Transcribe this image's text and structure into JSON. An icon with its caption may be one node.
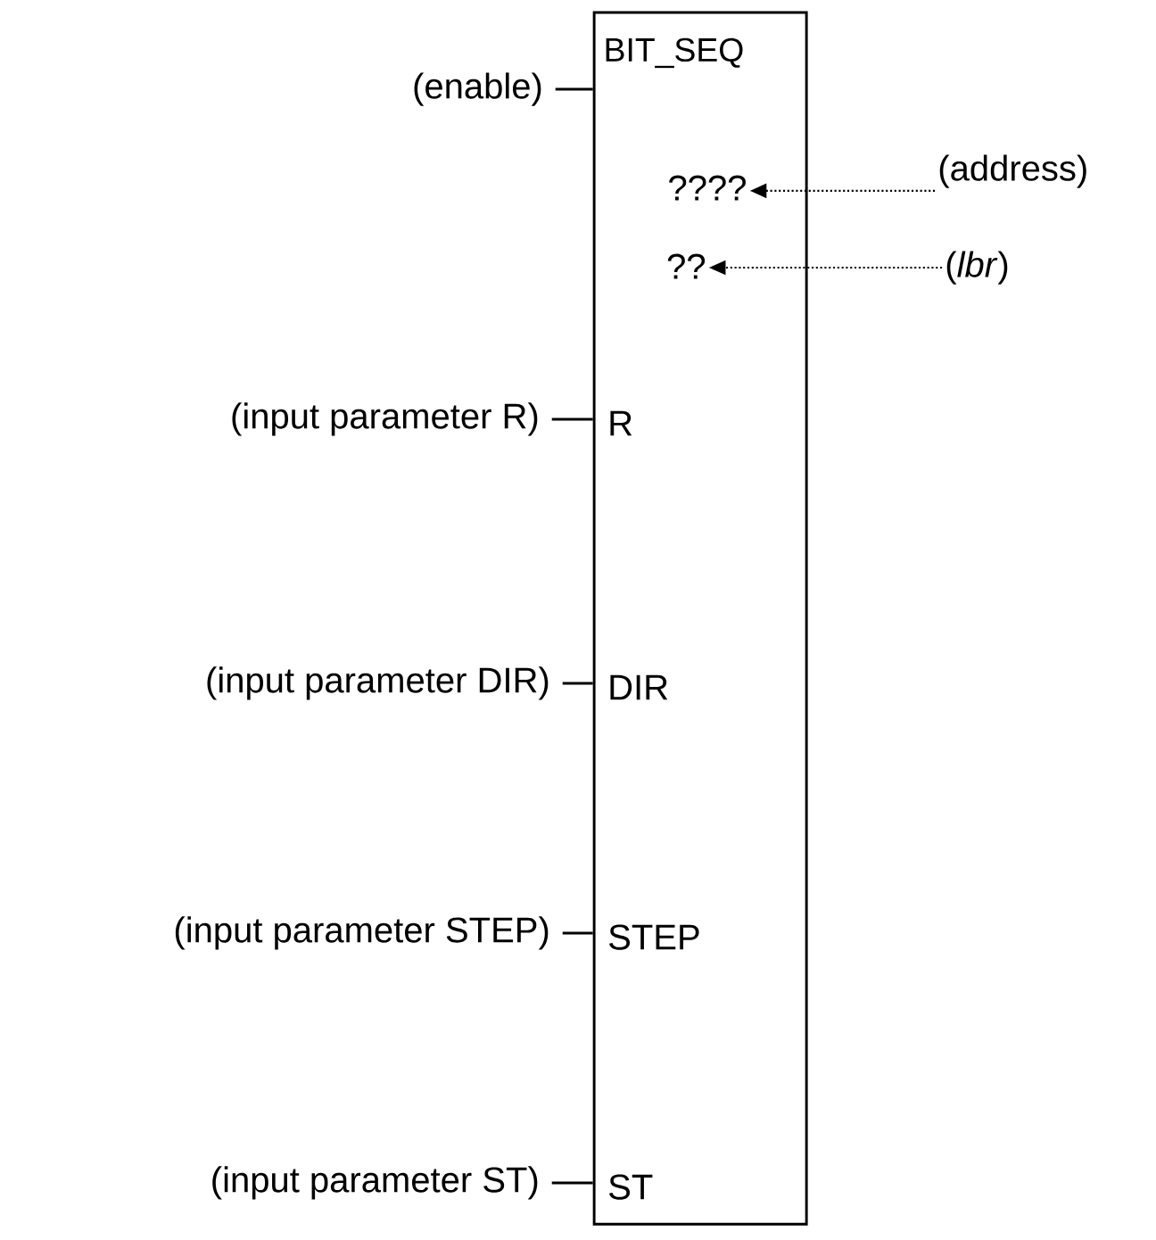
{
  "diagram": {
    "nodes": [
      {
        "text": [
          "BIT_SEQ"
        ]
      },
      {
        "text": [
          "????"
        ],
        "in": 0
      },
      {
        "text": [
          "??"
        ],
        "in": 0
      },
      {
        "text": [
          "R"
        ],
        "in": 0
      },
      {
        "text": [
          "DIR"
        ],
        "in": 0
      },
      {
        "text": [
          "STEP"
        ],
        "in": 0
      },
      {
        "text": [
          "ST"
        ],
        "in": 0
      },
      {
        "text": [
          "(enable)"
        ]
      },
      {
        "text": [
          "(address)"
        ]
      },
      {
        "text": [
          "(*lbr*)"
        ]
      },
      {
        "text": [
          "(input parameter R)"
        ]
      },
      {
        "text": [
          "(input parameter DIR)"
        ]
      },
      {
        "text": [
          "(input parameter STEP)"
        ]
      },
      {
        "text": [
          "(input parameter ST)"
        ]
      }
    ],
    "edges": [
      {
        "from": 7,
        "to": 0,
        "arrow": "none"
      },
      {
        "from": 8,
        "to": 1,
        "arrow": "to",
        "style": "dashed"
      },
      {
        "from": 9,
        "to": 2,
        "arrow": "to",
        "style": "dashed"
      },
      {
        "from": 10,
        "to": 3,
        "arrow": "none"
      },
      {
        "from": 11,
        "to": 4,
        "arrow": "none"
      },
      {
        "from": 12,
        "to": 5,
        "arrow": "none"
      },
      {
        "from": 13,
        "to": 6,
        "arrow": "none"
      }
    ]
  }
}
